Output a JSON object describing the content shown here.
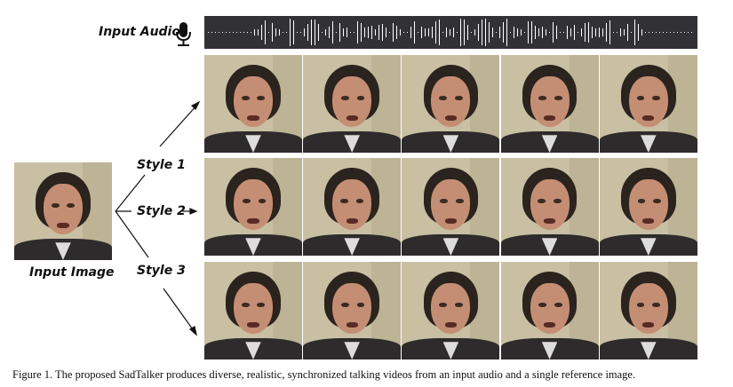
{
  "labels": {
    "input_audio": "Input Audio",
    "input_image": "Input Image",
    "style1": "Style 1",
    "style2": "Style 2",
    "style3": "Style 3"
  },
  "caption": "Figure 1. The proposed SadTalker produces diverse, realistic, synchronized talking videos from an input audio and a single reference image.",
  "colors": {
    "waveform_bg": "#323236",
    "waveform_bar": "#ffffff"
  },
  "rows": [
    {
      "style": "Style 1",
      "frames": 5
    },
    {
      "style": "Style 2",
      "frames": 5
    },
    {
      "style": "Style 3",
      "frames": 5
    }
  ]
}
